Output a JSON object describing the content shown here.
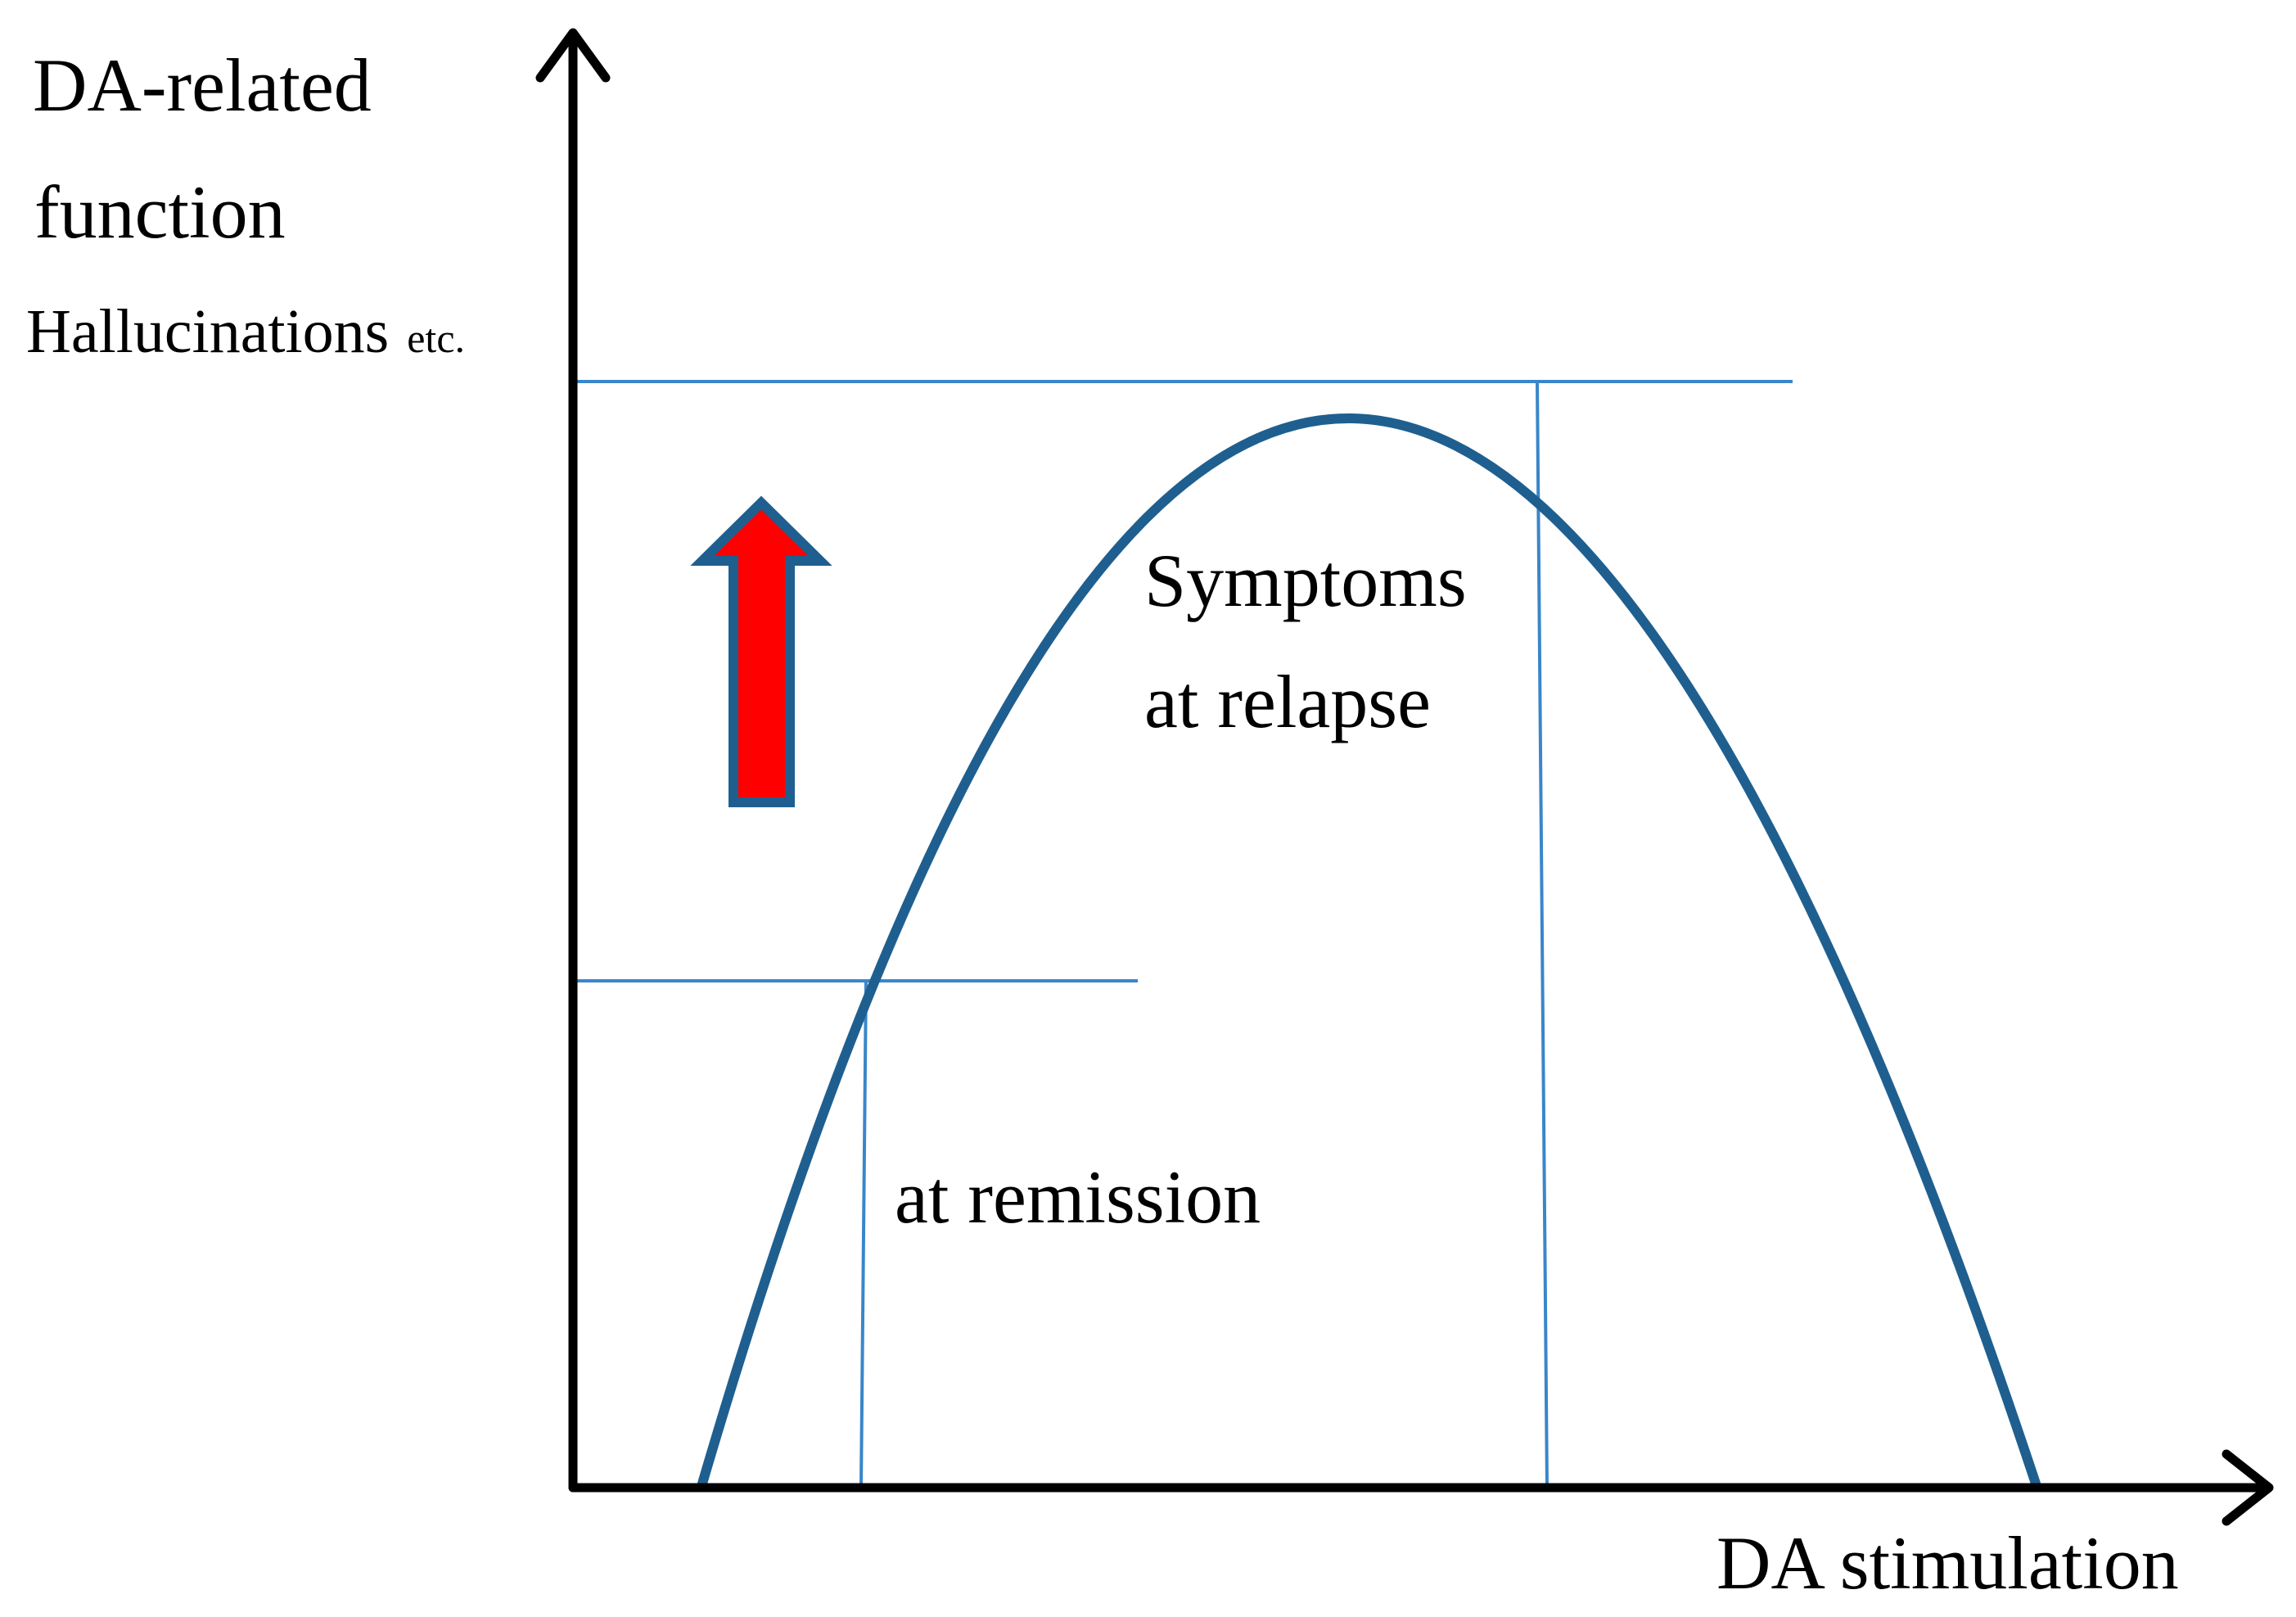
{
  "labels": {
    "y_axis_line1": "DA-related",
    "y_axis_line2": "function",
    "y_axis_sub_main": "Hallucinations",
    "y_axis_sub_small": "etc.",
    "x_axis": "DA stimulation",
    "relapse_line1": "Symptoms",
    "relapse_line2": "at relapse",
    "remission": "at remission"
  },
  "colors": {
    "curve": "#1f5f8f",
    "guide_lines": "#3a86c9",
    "axes": "#000000",
    "arrow_fill": "#ff0000",
    "arrow_outline": "#1f5f8f",
    "background": "#ffffff"
  },
  "icons": {
    "increase_arrow": "up-arrow-icon"
  }
}
